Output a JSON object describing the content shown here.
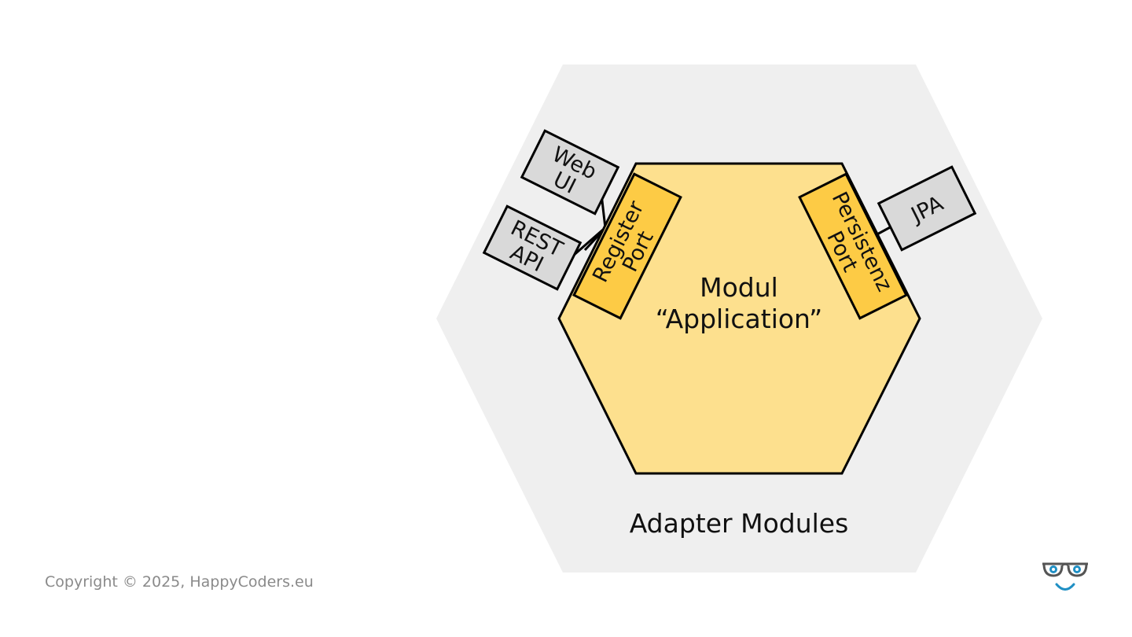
{
  "diagram": {
    "outer_label": "Adapter Modules",
    "core": {
      "line1": "Modul",
      "line2": "“Application”"
    },
    "ports": {
      "left": {
        "line1": "Register",
        "line2": "Port"
      },
      "right": {
        "line1": "Persistenz",
        "line2": "Port"
      }
    },
    "adapters": {
      "web_ui": {
        "line1": "Web",
        "line2": "UI"
      },
      "rest_api": {
        "line1": "REST",
        "line2": "API"
      },
      "jpa": {
        "line1": "JPA"
      }
    }
  },
  "footer": {
    "copyright": "Copyright © 2025, HappyCoders.eu"
  },
  "colors": {
    "outer_hexagon": "#efefef",
    "core_hexagon": "#fde08e",
    "port": "#fdcb45",
    "adapter": "#d9d9d9",
    "stroke": "#000000",
    "logo_frame": "#555555",
    "logo_eye": "#1f8fc4"
  },
  "icons": {
    "logo": "glasses-smile-logo-icon"
  }
}
